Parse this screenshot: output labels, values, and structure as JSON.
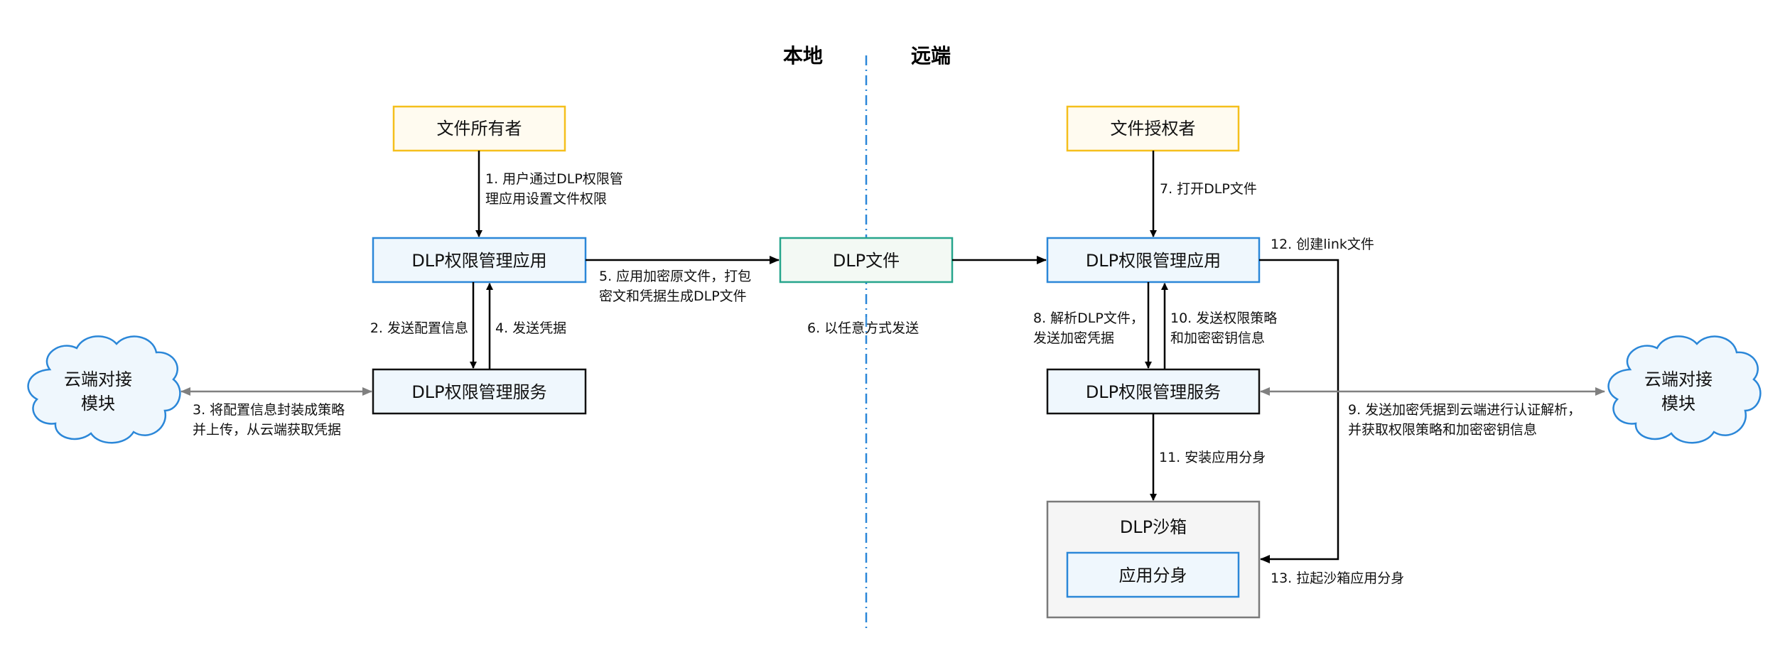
{
  "headers": {
    "local": "本地",
    "remote": "远端"
  },
  "colors": {
    "owner_border": "#f5bf1c",
    "owner_fill": "#fffbf0",
    "app_border": "#2b87d8",
    "app_fill": "#eff7fd",
    "service_border": "#111111",
    "service_fill": "#eff7fd",
    "file_border": "#26a58c",
    "file_fill": "#f3f9f4",
    "sandbox_border": "#7a7a7a",
    "sandbox_fill": "#f5f5f5",
    "cloud_border": "#2b87d8",
    "cloud_fill": "#eff7fd",
    "divider": "#2b87d8",
    "gray_arrow": "#808080"
  },
  "nodes": {
    "file_owner": "文件所有者",
    "local_app": "DLP权限管理应用",
    "local_service": "DLP权限管理服务",
    "local_cloud": [
      "云端对接",
      "模块"
    ],
    "dlp_file": "DLP文件",
    "file_grantee": "文件授权者",
    "remote_app": "DLP权限管理应用",
    "remote_service": "DLP权限管理服务",
    "remote_cloud": [
      "云端对接",
      "模块"
    ],
    "sandbox": "DLP沙箱",
    "app_clone": "应用分身"
  },
  "steps": {
    "s1": [
      "1. 用户通过DLP权限管",
      "理应用设置文件权限"
    ],
    "s2": "2. 发送配置信息",
    "s3": [
      "3. 将配置信息封装成策略",
      "并上传，从云端获取凭据"
    ],
    "s4": "4. 发送凭据",
    "s5": [
      "5. 应用加密原文件，打包",
      "密文和凭据生成DLP文件"
    ],
    "s6": "6. 以任意方式发送",
    "s7": "7. 打开DLP文件",
    "s8": [
      "8. 解析DLP文件，",
      "发送加密凭据"
    ],
    "s9": [
      "9. 发送加密凭据到云端进行认证解析，",
      "并获取权限策略和加密密钥信息"
    ],
    "s10": [
      "10. 发送权限策略",
      "和加密密钥信息"
    ],
    "s11": "11. 安装应用分身",
    "s12": "12. 创建link文件",
    "s13": "13. 拉起沙箱应用分身"
  }
}
